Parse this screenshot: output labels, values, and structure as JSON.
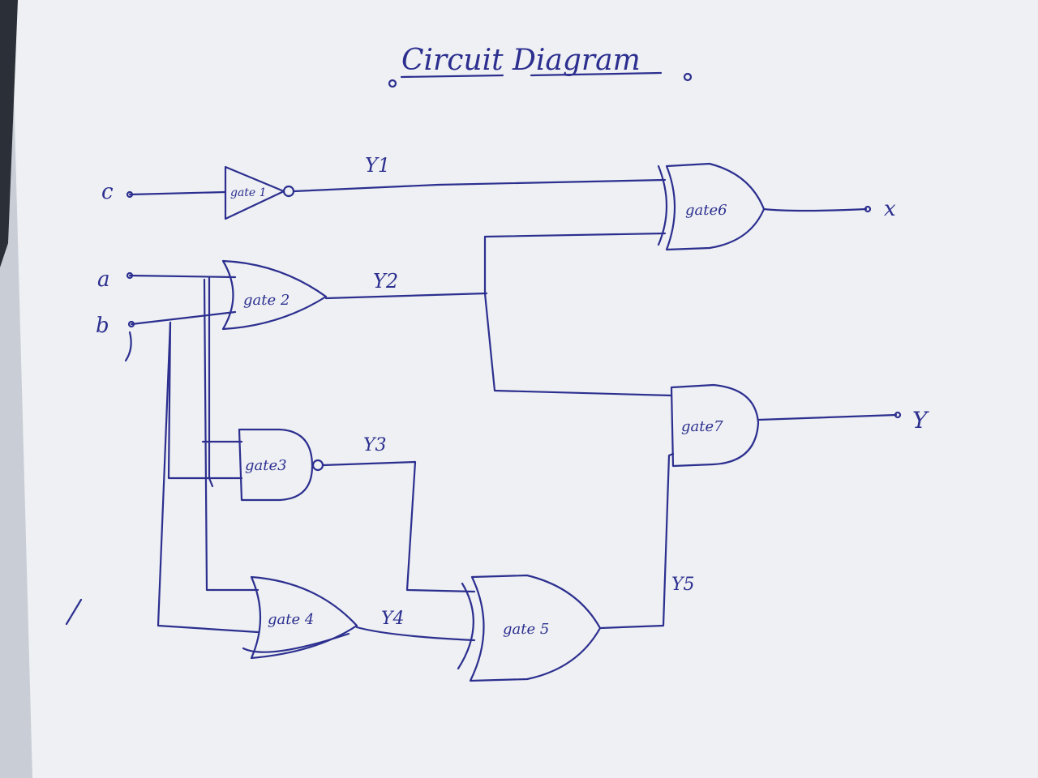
{
  "title": "Circuit Diagram",
  "colors": {
    "ink": "#2c2f8f",
    "paper": "#eef0f3",
    "shadow": "#2b3038"
  },
  "inputs": {
    "c": "c",
    "a": "a",
    "b": "b"
  },
  "outputs": {
    "x": "x",
    "y": "Y"
  },
  "gates": {
    "gate1": "gate 1",
    "gate2": "gate 2",
    "gate3": "gate3",
    "gate4": "gate 4",
    "gate5": "gate 5",
    "gate6": "gate6",
    "gate7": "gate7"
  },
  "wires": {
    "y1": "Y1",
    "y2": "Y2",
    "y3": "Y3",
    "y4": "Y4",
    "y5": "Y5"
  }
}
